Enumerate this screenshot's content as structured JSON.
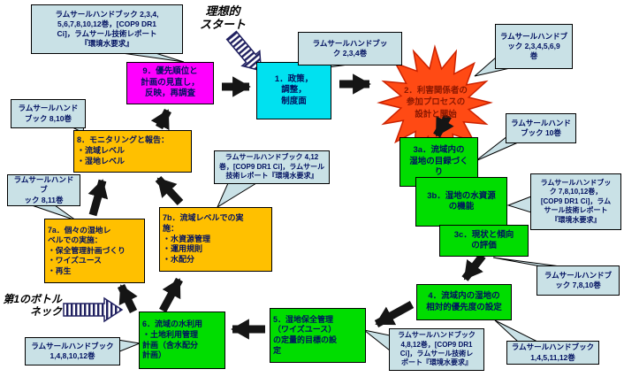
{
  "labels": {
    "ideal_start": "理想的\nスタート",
    "bottleneck": "第1のボトル\nネック"
  },
  "boxes": {
    "b1": {
      "label": "1．政策，\n調整，\n制度面"
    },
    "b2": {
      "label": "2．利害関係者の\n参加プロセスの\n設計と開始"
    },
    "b3a": {
      "label": "3a．流域内の\n湿地の目録づく\nり"
    },
    "b3b": {
      "label": "3b．湿地の水資源\nの機能"
    },
    "b3c": {
      "label": "3c．現状と傾向\nの評価"
    },
    "b4": {
      "label": "4．流域内の湿地の\n相対的優先度の設定"
    },
    "b5": {
      "label": "5．湿地保全管理\n（ワイズユース）\nの定量的目標の設\n定"
    },
    "b6": {
      "label": "6．流域の水利用\n・土地利用管理\n計画（含水配分\n計画）"
    },
    "b7a": {
      "label": "7a．個々の湿地レ\nベルでの実施：\n・保全管理計画づくり\n・ワイズユース\n・再生"
    },
    "b7b": {
      "label": "7b．流域レベルでの実\n施：\n・水資源管理\n・運用規則\n・水配分"
    },
    "b8": {
      "label": "8．モニタリングと報告：\n・流域レベル\n・湿地レベル"
    },
    "b9": {
      "label": "9．優先順位と\n計画の見直し，\n反映，再調査"
    }
  },
  "callouts": {
    "c1": {
      "text": "ラムサールハンドブック 2,3,4,\n5,6,7,8,10,12巻，[COP9 DR1\nCi]，ラムサール技術レポート\n『環境水要求』"
    },
    "c2": {
      "text": "ラムサールハンドブッ\nク 2,3,4巻"
    },
    "c3": {
      "text": "ラムサールハンドブ\nック 2,3,4,5,6,9\n巻"
    },
    "c4": {
      "text": "ラムサールハンド\nブック 10巻"
    },
    "c5": {
      "text": "ラムサールハンドブッ\nク 7,8,10,12巻，\n[COP9 DR1 Ci]，ラム\nサール技術レポート\n『環境水要求』"
    },
    "c6": {
      "text": "ラムサールハンドブ\nック 7,8,10巻"
    },
    "c7": {
      "text": "ラムサールハンドブック\n1,4,5,11,12巻"
    },
    "c8": {
      "text": "ラムサールハンドブック\n4,8,12巻，[COP9 DR1\nCi]，ラムサール技術レ\nポート『環境水要求』"
    },
    "c9": {
      "text": "ラムサールハンドブック\n1,4,8,10,12巻"
    },
    "c10": {
      "text": "ラムサールハンドブ\nック 8,11巻"
    },
    "c11": {
      "text": "ラムサールハンド\nブック 8,10巻"
    },
    "c12": {
      "text": "ラムサールハンドブック 4,12\n巻，[COP9 DR1 Ci]，ラムサール\n技術レポート『環境水要求』"
    }
  },
  "colors": {
    "callout_fill": "#c9e1e6",
    "box_magenta": "#ff00ff",
    "box_cyan": "#00e1f0",
    "box_green": "#00dd00",
    "box_orange": "#ffc000",
    "starburst_fill": "#ff4a14",
    "starburst_text": "#8b1800",
    "arrow_black": "#151515",
    "striped_arrow": "#202060",
    "text_navy": "#001060"
  }
}
